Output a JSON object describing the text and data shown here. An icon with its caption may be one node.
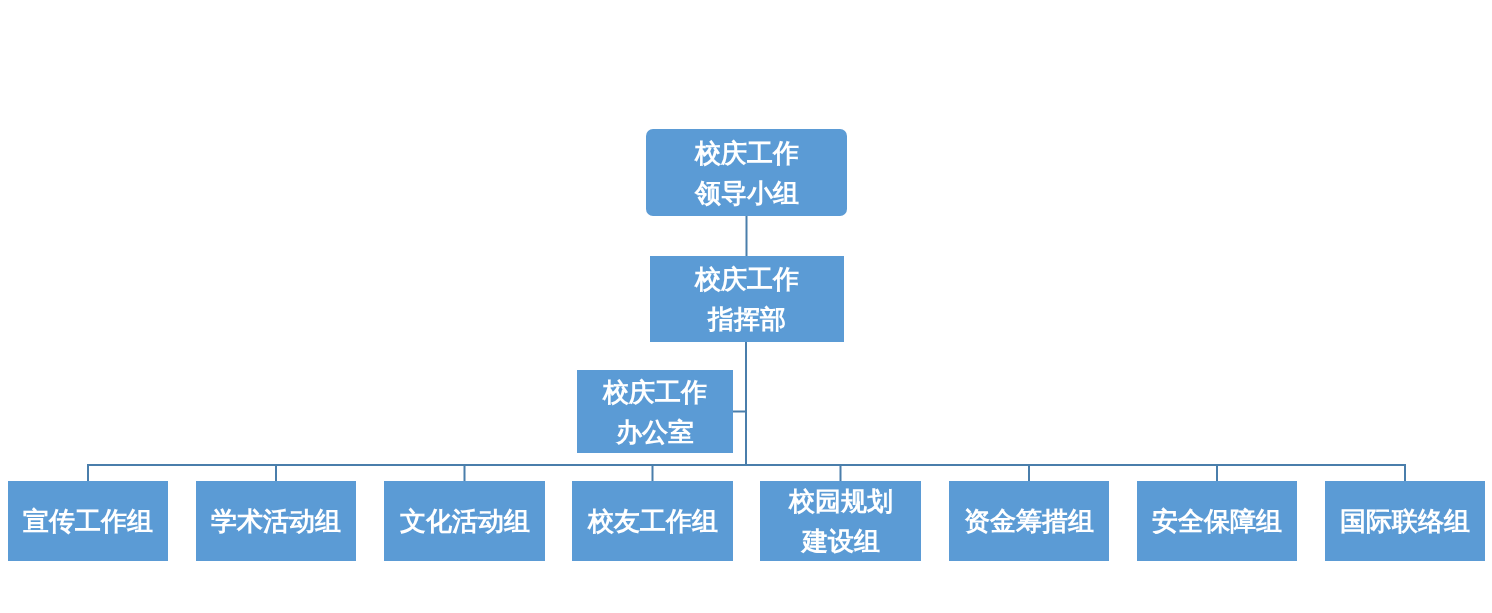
{
  "diagram": {
    "nodes": [
      {
        "text": [
          "校庆工作领导小组"
        ]
      },
      {
        "text": [
          "校庆工作指挥部"
        ]
      },
      {
        "text": [
          "校庆工作办公室"
        ]
      },
      {
        "text": [
          "宣传工作组"
        ]
      },
      {
        "text": [
          "学术活动组"
        ]
      },
      {
        "text": [
          "文化活动组"
        ]
      },
      {
        "text": [
          "校友工作组"
        ]
      },
      {
        "text": [
          "校园规划建设组"
        ]
      },
      {
        "text": [
          "资金筹措组"
        ]
      },
      {
        "text": [
          "安全保障组"
        ]
      },
      {
        "text": [
          "国际联络组"
        ]
      }
    ],
    "edges": [
      {
        "from": 0,
        "to": 1,
        "arrow": "none"
      },
      {
        "from": 1,
        "to": 2,
        "arrow": "none"
      },
      {
        "from": 1,
        "to": 3,
        "arrow": "none"
      },
      {
        "from": 1,
        "to": 4,
        "arrow": "none"
      },
      {
        "from": 1,
        "to": 5,
        "arrow": "none"
      },
      {
        "from": 1,
        "to": 6,
        "arrow": "none"
      },
      {
        "from": 1,
        "to": 7,
        "arrow": "none"
      },
      {
        "from": 1,
        "to": 8,
        "arrow": "none"
      },
      {
        "from": 1,
        "to": 9,
        "arrow": "none"
      },
      {
        "from": 1,
        "to": 10,
        "arrow": "none"
      }
    ]
  }
}
